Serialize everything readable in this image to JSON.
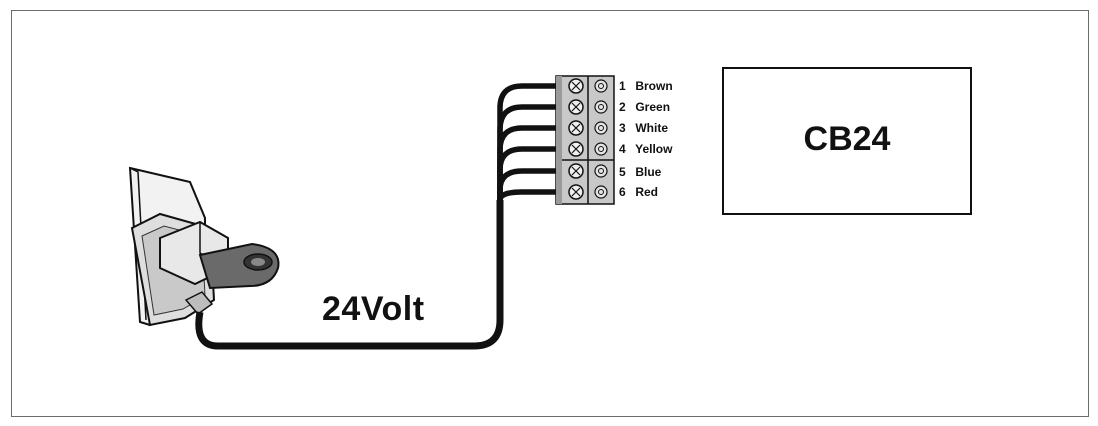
{
  "cable": {
    "label": "24Volt"
  },
  "controller": {
    "title": "CB24"
  },
  "terminals": [
    {
      "num": "1",
      "color_name": "Brown"
    },
    {
      "num": "2",
      "color_name": "Green"
    },
    {
      "num": "3",
      "color_name": "White"
    },
    {
      "num": "4",
      "color_name": "Yellow"
    },
    {
      "num": "5",
      "color_name": "Blue"
    },
    {
      "num": "6",
      "color_name": "Red"
    }
  ],
  "colors": {
    "line": "#111111",
    "block": "#c8c8c8",
    "sensor_body": "#e6e6e6",
    "bracket": "#6a6a6a"
  }
}
